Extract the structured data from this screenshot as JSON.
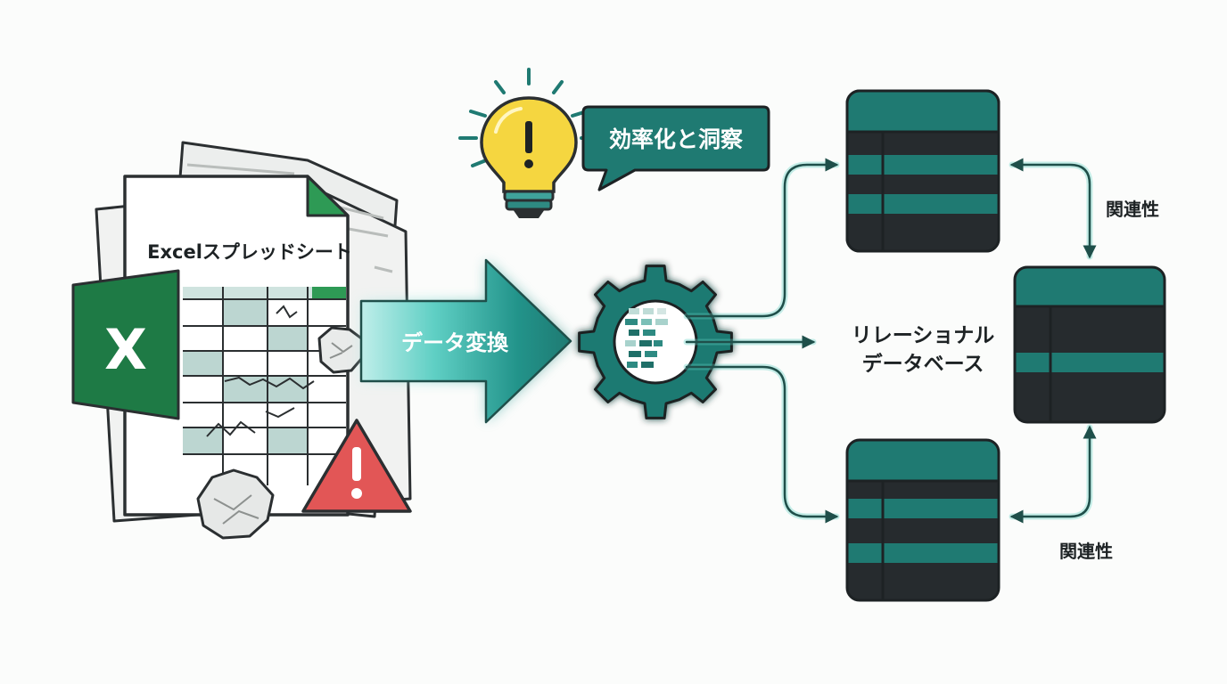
{
  "source": {
    "spreadsheet_label": "Excelスプレッドシート",
    "excel_letter": "X"
  },
  "transform": {
    "arrow_label": "データ変換"
  },
  "insight": {
    "bubble_label": "効率化と洞察"
  },
  "target": {
    "label_line1": "リレーショナル",
    "label_line2": "データベース",
    "relation_label_top": "関連性",
    "relation_label_bottom": "関連性"
  },
  "colors": {
    "teal": "#1f7a72",
    "teal_light": "#3fc6b8",
    "excel_green": "#1e7a45",
    "warning_red": "#e25656",
    "bulb_yellow": "#f5d640",
    "dark": "#262b2e"
  },
  "icons": {
    "excel": "excel-logo-icon",
    "warning": "warning-triangle-icon",
    "bulb": "lightbulb-icon",
    "gear": "gear-icon",
    "crumpled": "crumpled-paper-icon"
  }
}
